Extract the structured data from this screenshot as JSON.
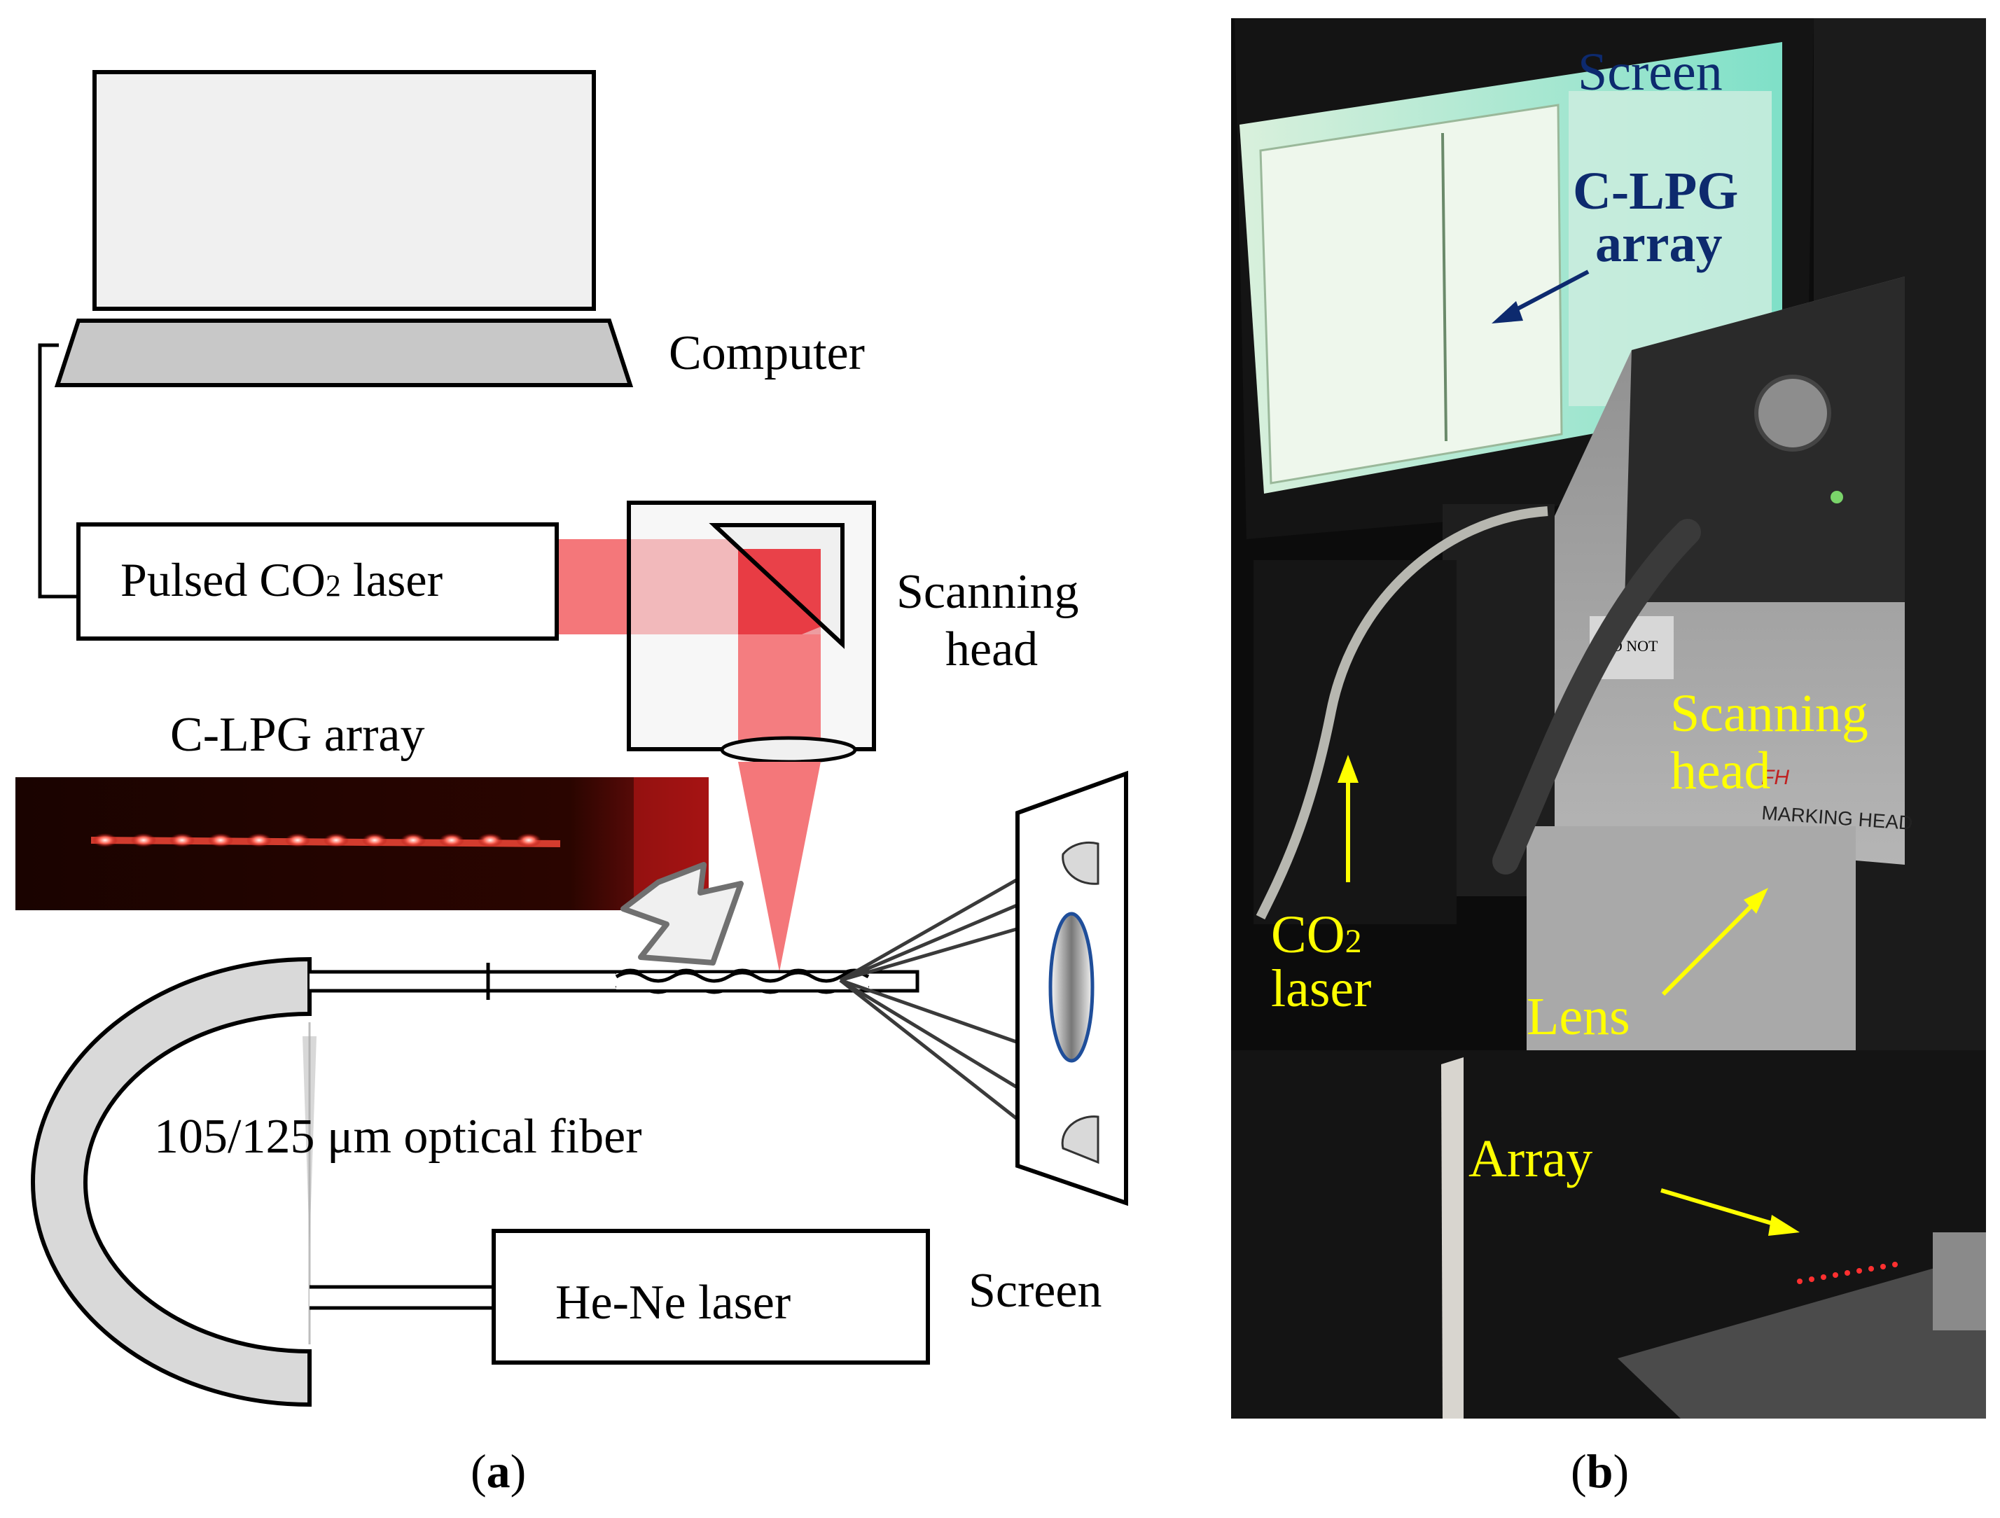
{
  "panel_a": {
    "caption": {
      "open": "(",
      "letter": "a",
      "close": ")"
    },
    "labels": {
      "computer": "Computer",
      "laser_co2_prefix": "Pulsed CO",
      "laser_co2_sub": "2",
      "laser_co2_suffix": " laser",
      "scanning_head_line1": "Scanning",
      "scanning_head_line2": "head",
      "clpg_array": "C-LPG array",
      "fiber": "105/125 μm optical fiber",
      "hene_laser": "He-Ne laser",
      "screen": "Screen"
    },
    "colors": {
      "beam": "#f4777a",
      "beam_overlap": "#e8373f",
      "laptop_base": "#c8c8c8",
      "laptop_screen": "#f0f0f0",
      "fiber_coat": "#d9d9d9",
      "lens_ring": "#1f4e9a"
    }
  },
  "panel_b": {
    "caption": {
      "open": "(",
      "letter": "b",
      "close": ")"
    },
    "labels": {
      "screen": "Screen",
      "clpg_line1": "C-LPG",
      "clpg_line2": "array",
      "scanning_line1": "Scanning",
      "scanning_line2": "head",
      "co2_prefix": "CO",
      "co2_sub": "2",
      "co2_line2": "laser",
      "lens": "Lens",
      "array": "Array",
      "device_marking": "MARKING HEAD",
      "device_brand": "FH",
      "device_warning": "DO NOT"
    },
    "colors": {
      "annotation": "#ffff00",
      "screen_annotation": "#0d2a6e"
    }
  }
}
